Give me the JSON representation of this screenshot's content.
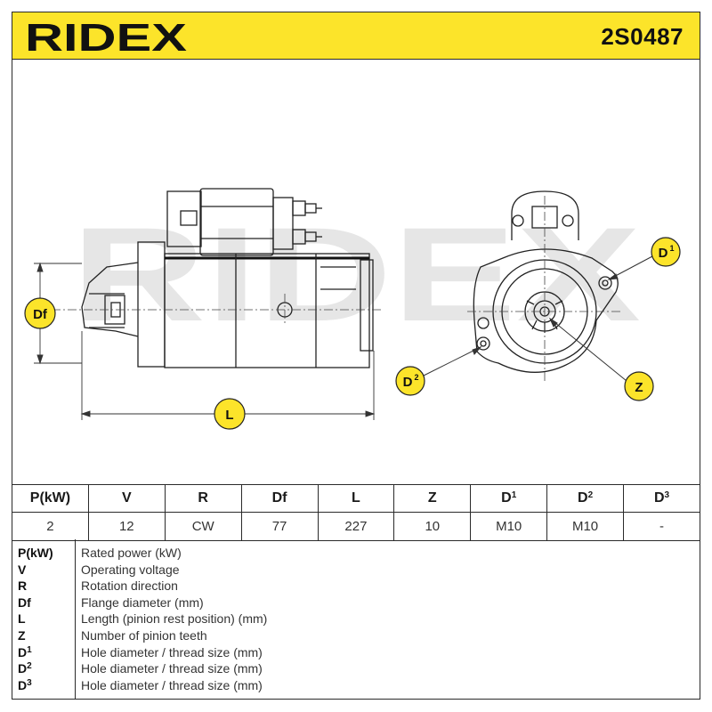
{
  "header": {
    "brand": "RIDEX",
    "part_number": "2S0487",
    "background_color": "#fce42a"
  },
  "drawing": {
    "watermark": "RIDEX",
    "dimension_labels": {
      "flange_diameter": "Df",
      "length": "L",
      "hole_1": "D",
      "hole_1_index": "1",
      "hole_2": "D",
      "hole_2_index": "2",
      "pinion_teeth": "Z"
    },
    "label_color": "#fce42a"
  },
  "spec_table": {
    "columns": [
      {
        "key": "p",
        "label": "P(kW)",
        "sup": ""
      },
      {
        "key": "v",
        "label": "V",
        "sup": ""
      },
      {
        "key": "r",
        "label": "R",
        "sup": ""
      },
      {
        "key": "df",
        "label": "Df",
        "sup": ""
      },
      {
        "key": "l",
        "label": "L",
        "sup": ""
      },
      {
        "key": "z",
        "label": "Z",
        "sup": ""
      },
      {
        "key": "d1",
        "label": "D",
        "sup": "1"
      },
      {
        "key": "d2",
        "label": "D",
        "sup": "2"
      },
      {
        "key": "d3",
        "label": "D",
        "sup": "3"
      }
    ],
    "values": [
      "2",
      "12",
      "CW",
      "77",
      "227",
      "10",
      "M10",
      "M10",
      "-"
    ]
  },
  "legend": {
    "items": [
      {
        "abbr": "P(kW)",
        "sup": "",
        "desc": "Rated power (kW)"
      },
      {
        "abbr": "V",
        "sup": "",
        "desc": "Operating voltage"
      },
      {
        "abbr": "R",
        "sup": "",
        "desc": "Rotation direction"
      },
      {
        "abbr": "Df",
        "sup": "",
        "desc": "Flange diameter (mm)"
      },
      {
        "abbr": "L",
        "sup": "",
        "desc": "Length (pinion rest position) (mm)"
      },
      {
        "abbr": "Z",
        "sup": "",
        "desc": "Number of pinion teeth"
      },
      {
        "abbr": "D",
        "sup": "1",
        "desc": "Hole diameter / thread size (mm)"
      },
      {
        "abbr": "D",
        "sup": "2",
        "desc": "Hole diameter / thread size (mm)"
      },
      {
        "abbr": "D",
        "sup": "3",
        "desc": "Hole diameter / thread size (mm)"
      }
    ]
  }
}
